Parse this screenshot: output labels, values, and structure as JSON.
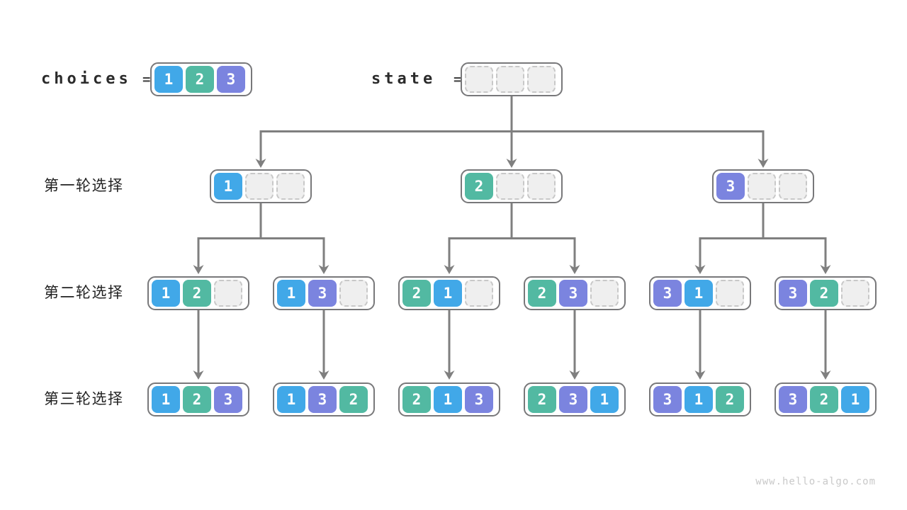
{
  "diagram": {
    "header": {
      "choices_label": "choices",
      "choices_equals": "=",
      "choices_cells": [
        "1",
        "2",
        "3"
      ],
      "state_label": "state",
      "state_equals": "=",
      "state_cells": [
        "",
        "",
        ""
      ]
    },
    "rows": [
      {
        "label": "第一轮选择",
        "nodes": [
          [
            "1",
            "",
            ""
          ],
          [
            "2",
            "",
            ""
          ],
          [
            "3",
            "",
            ""
          ]
        ]
      },
      {
        "label": "第二轮选择",
        "nodes": [
          [
            "1",
            "2",
            ""
          ],
          [
            "1",
            "3",
            ""
          ],
          [
            "2",
            "1",
            ""
          ],
          [
            "2",
            "3",
            ""
          ],
          [
            "3",
            "1",
            ""
          ],
          [
            "3",
            "2",
            ""
          ]
        ]
      },
      {
        "label": "第三轮选择",
        "nodes": [
          [
            "1",
            "2",
            "3"
          ],
          [
            "1",
            "3",
            "2"
          ],
          [
            "2",
            "1",
            "3"
          ],
          [
            "2",
            "3",
            "1"
          ],
          [
            "3",
            "1",
            "2"
          ],
          [
            "3",
            "2",
            "1"
          ]
        ]
      }
    ],
    "watermark": "www.hello-algo.com"
  },
  "colors": {
    "choice_1": "#41a8e8",
    "choice_2": "#52b9a2",
    "choice_3": "#7b84df",
    "empty_cell_fill": "#efefef",
    "empty_cell_dash": "#c8c8c8",
    "connector_line": "#7f7f7f",
    "node_border": "#78787a"
  }
}
